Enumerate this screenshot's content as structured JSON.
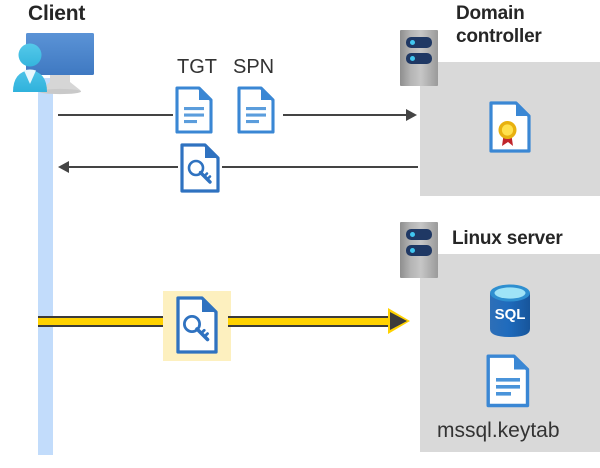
{
  "diagram": {
    "type": "kerberos-authentication-flow",
    "background_color": "#ffffff"
  },
  "client": {
    "title": "Client",
    "icon": "user-computer-icon",
    "lifeline_color": "#c2dcfb"
  },
  "domain_controller": {
    "title_line1": "Domain",
    "title_line2": "controller",
    "server_icon": "server-rack-icon",
    "panel_color": "#d9d9d9",
    "contents": [
      {
        "icon": "certificate-document-icon",
        "label": ""
      }
    ]
  },
  "linux_server": {
    "title": "Linux server",
    "server_icon": "server-rack-icon",
    "panel_color": "#d9d9d9",
    "contents": [
      {
        "icon": "sql-database-icon",
        "label": "SQL"
      },
      {
        "icon": "keytab-document-icon",
        "label": "mssql.keytab"
      }
    ]
  },
  "flows": [
    {
      "id": "request",
      "direction": "client-to-domain-controller",
      "style": "thin-gray-arrow",
      "artifacts": [
        {
          "label": "TGT",
          "icon": "document-text-icon"
        },
        {
          "label": "SPN",
          "icon": "document-text-icon"
        }
      ]
    },
    {
      "id": "response",
      "direction": "domain-controller-to-client",
      "style": "thin-gray-arrow",
      "artifacts": [
        {
          "label": "",
          "icon": "document-key-icon"
        }
      ]
    },
    {
      "id": "service-ticket",
      "direction": "client-to-linux-server",
      "style": "thick-yellow-arrow",
      "highlight_color": "#fdf0bf",
      "arrow_color": "#ffd200",
      "artifacts": [
        {
          "label": "",
          "icon": "document-key-icon"
        }
      ]
    }
  ],
  "colors": {
    "accent_blue": "#2b7cd3",
    "light_blue": "#c2dcfb",
    "panel_gray": "#d9d9d9",
    "arrow_gray": "#444444",
    "yellow": "#ffd200",
    "highlight": "#fdf0bf",
    "text_dark": "#262626"
  }
}
